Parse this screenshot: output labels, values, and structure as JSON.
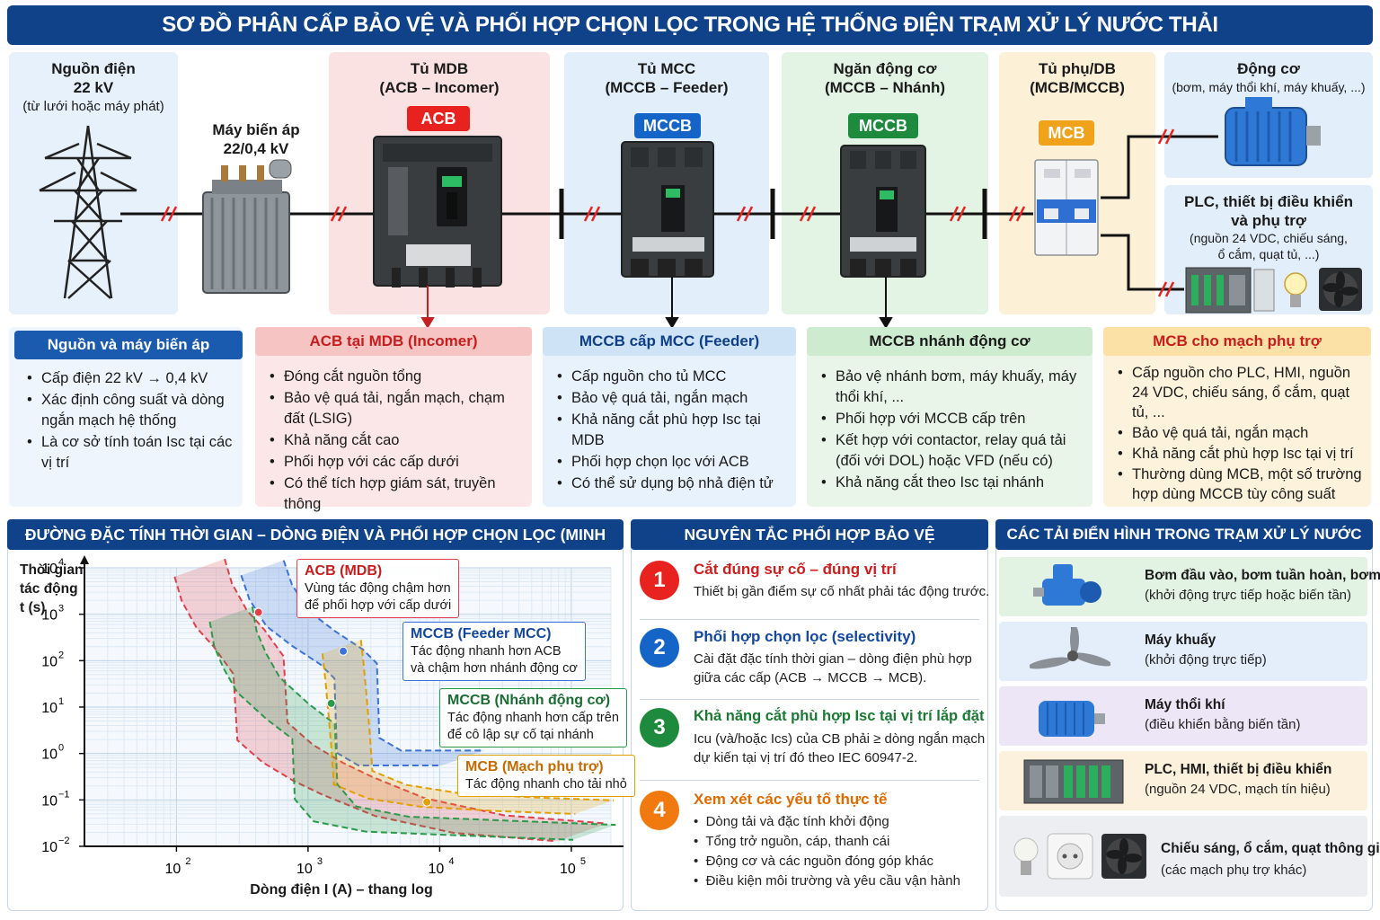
{
  "title": "SƠ ĐỒ PHÂN CẤP BẢO VỆ VÀ PHỐI HỢP CHỌN LỌC TRONG HỆ THỐNG ĐIỆN TRẠM XỬ LÝ NƯỚC THẢI",
  "columns": {
    "source": {
      "title": "Nguồn điện",
      "value": "22 kV",
      "sub": "(từ lưới hoặc máy phát)"
    },
    "transformer": {
      "title": "Máy biến áp",
      "value": "22/0,4 kV"
    },
    "mdb": {
      "title": "Tủ MDB",
      "sub": "(ACB – Incomer)",
      "badge": "ACB"
    },
    "mcc": {
      "title": "Tủ MCC",
      "sub": "(MCCB – Feeder)",
      "badge": "MCCB"
    },
    "motor_branch": {
      "title": "Ngăn động cơ",
      "sub": "(MCCB – Nhánh)",
      "badge": "MCCB"
    },
    "db": {
      "title": "Tủ phụ/DB",
      "sub": "(MCB/MCCB)",
      "badge": "MCB"
    },
    "motor": {
      "title": "Động cơ",
      "sub": "(bơm, máy thổi khí, máy khuấy, ...)"
    },
    "plc": {
      "title": "PLC, thiết bị điều khiển",
      "title2": "và phụ trợ",
      "sub": "(nguồn 24 VDC, chiếu sáng,",
      "sub2": "ổ cắm, quạt tủ, ...)"
    }
  },
  "panels": [
    {
      "head": "Nguồn và máy biến áp",
      "items": [
        "Cấp điện 22 kV → 0,4 kV",
        "Xác định công suất và dòng ngắn mạch hệ thống",
        "Là cơ sở tính toán Isc tại các vị trí"
      ]
    },
    {
      "head": "ACB tại MDB (Incomer)",
      "items": [
        "Đóng cắt nguồn tổng",
        "Bảo vệ quá tải, ngắn mạch, chạm đất (LSIG)",
        "Khả năng cắt cao",
        "Phối hợp với các cấp dưới",
        "Có thể tích hợp giám sát, truyền thông"
      ]
    },
    {
      "head": "MCCB cấp MCC (Feeder)",
      "items": [
        "Cấp nguồn cho tủ MCC",
        "Bảo vệ quá tải, ngắn mạch",
        "Khả năng cắt phù hợp Isc tại MDB",
        "Phối hợp chọn lọc với ACB",
        "Có thể sử dụng bộ nhả điện tử"
      ]
    },
    {
      "head": "MCCB nhánh động cơ",
      "items": [
        "Bảo vệ nhánh bơm, máy khuấy, máy thổi khí, ...",
        "Phối hợp với MCCB cấp trên",
        "Kết hợp với contactor, relay quá tải (đối với DOL) hoặc VFD (nếu có)",
        "Khả năng cắt theo Isc tại nhánh"
      ]
    },
    {
      "head": "MCB cho mạch phụ trợ",
      "items": [
        "Cấp nguồn cho PLC, HMI, nguồn 24 VDC, chiếu sáng, ổ cắm, quạt tủ, ...",
        "Bảo vệ quá tải, ngắn mạch",
        "Khả năng cắt phù hợp Isc tại vị trí",
        "Thường dùng MCB, một số trường hợp dùng MCCB tùy công suất"
      ]
    }
  ],
  "sections": {
    "chart_head": "ĐƯỜNG ĐẶC TÍNH THỜI GIAN – DÒNG ĐIỆN VÀ PHỐI HỢP CHỌN LỌC (MINH HỌA)",
    "principles_head": "NGUYÊN TẮC PHỐI HỢP BẢO VỆ",
    "loads_head": "CÁC TẢI ĐIỂN HÌNH TRONG TRẠM XỬ LÝ NƯỚC THẢI"
  },
  "chart_data": {
    "type": "line",
    "xlabel": "Dòng điện I (A) – thang log",
    "ylabel_lines": [
      "Thời gian",
      "tác động",
      "t (s)"
    ],
    "x_ticks": [
      "10",
      "10",
      "10",
      "10"
    ],
    "x_tick_exp": [
      "2",
      "3",
      "4",
      "5"
    ],
    "y_ticks": [
      "10",
      "10",
      "10",
      "10",
      "10",
      "10",
      "10"
    ],
    "y_tick_exp": [
      "4",
      "3",
      "2",
      "1",
      "0",
      "−1",
      "−2"
    ],
    "xlim": [
      20,
      200000
    ],
    "ylim": [
      0.01,
      10000
    ],
    "scale": "log-log",
    "grid": true,
    "series": [
      {
        "name": "ACB (MDB)",
        "note": [
          "Vùng tác động chậm hơn",
          "để phối hợp với cấp dưới"
        ],
        "color": "#e0414b",
        "x": [
          150,
          170,
          220,
          300,
          420,
          450,
          700,
          1200,
          2000,
          5000,
          20000,
          120000
        ],
        "y": [
          10000,
          3000,
          800,
          300,
          80,
          3,
          1,
          0.4,
          0.2,
          0.07,
          0.03,
          0.02
        ]
      },
      {
        "name": "MCCB (Feeder MCC)",
        "note": [
          "Tác động nhanh hơn ACB",
          "và chậm hơn nhánh động cơ"
        ],
        "color": "#3d72d6",
        "x": [
          450,
          520,
          700,
          1100,
          1800,
          2300,
          2400,
          3500,
          8000,
          15000
        ],
        "y": [
          10000,
          3000,
          800,
          300,
          120,
          60,
          1.5,
          0.8,
          0.8,
          0.8
        ]
      },
      {
        "name": "MCCB (Nhánh động cơ)",
        "note": [
          "Tác động nhanh hơn cấp trên",
          "để cô lập sự cố tại nhánh"
        ],
        "color": "#2a9a4a",
        "x": [
          260,
          280,
          330,
          420,
          700,
          1100,
          1150,
          1600,
          4000,
          20000,
          150000
        ],
        "y": [
          1000,
          300,
          100,
          30,
          8,
          3,
          0.15,
          0.05,
          0.03,
          0.025,
          0.02
        ]
      },
      {
        "name": "MCB (Mạch phụ trợ)",
        "note": [
          "Tác động nhanh cho tải nhỏ"
        ],
        "color": "#e2a000",
        "x": [
          1800,
          1900,
          2000,
          2100,
          2200,
          4000,
          10000,
          40000,
          150000
        ],
        "y": [
          200,
          50,
          10,
          2,
          0.3,
          0.15,
          0.1,
          0.08,
          0.07
        ]
      }
    ]
  },
  "principles": [
    {
      "num": "1",
      "title": "Cắt đúng sự cố – đúng vị trí",
      "text": "Thiết bị gần điểm sự cố nhất phải tác động trước.",
      "color": "#e8231f"
    },
    {
      "num": "2",
      "title": "Phối hợp chọn lọc (selectivity)",
      "text": "Cài đặt đặc tính thời gian – dòng điện phù hợp giữa các cấp (ACB → MCCB → MCB).",
      "color": "#1565c8"
    },
    {
      "num": "3",
      "title": "Khả năng cắt phù hợp Isc tại vị trí lắp đặt",
      "text": "Icu (và/hoặc Ics) của CB phải ≥ dòng ngắn mạch dự kiến tại vị trí đó theo IEC 60947-2.",
      "color": "#1e8a3e"
    },
    {
      "num": "4",
      "title": "Xem xét các yếu tố thực tế",
      "items": [
        "Dòng tải và đặc tính khởi động",
        "Tổng trở nguồn, cáp, thanh cái",
        "Động cơ và các nguồn đóng góp khác",
        "Điều kiện môi trường và yêu cầu vận hành"
      ],
      "color": "#f07a10"
    }
  ],
  "loads": [
    {
      "title": "Bơm đầu vào, bơm tuần hoàn, bơm bùn",
      "sub": "(khởi động trực tiếp hoặc biến tần)",
      "bg": "#e3f3e3",
      "icon": "pump-icon"
    },
    {
      "title": "Máy khuấy",
      "sub": "(khởi động trực tiếp)",
      "bg": "#e3eefa",
      "icon": "mixer-icon"
    },
    {
      "title": "Máy thổi khí",
      "sub": "(điều khiển bằng biến tần)",
      "bg": "#ece6f6",
      "icon": "blower-icon"
    },
    {
      "title": "PLC, HMI, thiết bị điều khiển",
      "sub": "(nguồn 24 VDC, mạch tín hiệu)",
      "bg": "#fbf1dc",
      "icon": "plc-icon"
    },
    {
      "title": "Chiếu sáng, ổ cắm, quạt thông gió",
      "sub": "(các mạch phụ trợ khác)",
      "bg": "#eceef1",
      "icon": "lighting-icon"
    }
  ]
}
